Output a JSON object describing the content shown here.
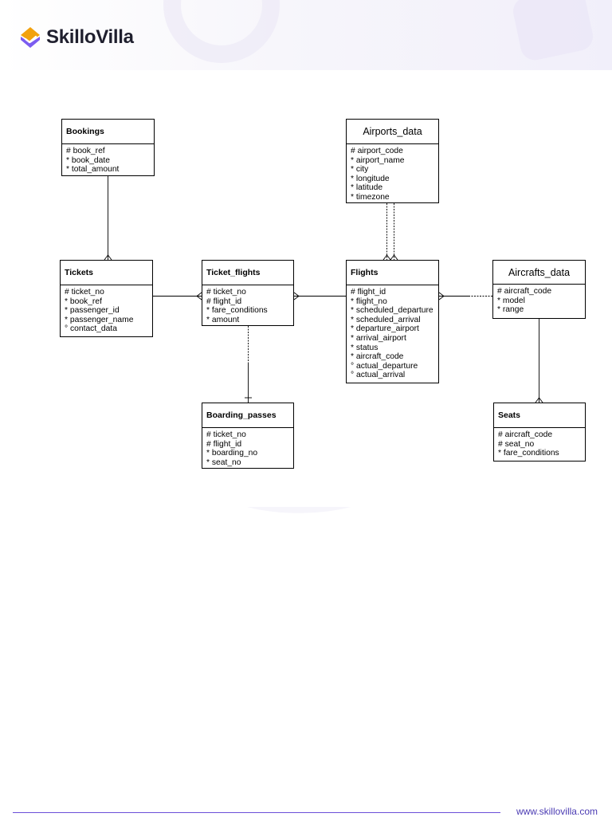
{
  "brand": {
    "name": "SkilloVilla",
    "accent": "#7b5cf0",
    "accent2": "#f2a20f"
  },
  "footer": {
    "url": "www.skillovilla.com"
  },
  "entities": {
    "bookings": {
      "title": "Bookings",
      "attrs": [
        "# book_ref",
        "* book_date",
        "* total_amount"
      ]
    },
    "airports": {
      "title": "Airports_data",
      "attrs": [
        "# airport_code",
        "* airport_name",
        "* city",
        "* longitude",
        "* latitude",
        "* timezone"
      ]
    },
    "tickets": {
      "title": "Tickets",
      "attrs": [
        "# ticket_no",
        "* book_ref",
        "* passenger_id",
        "* passenger_name",
        "° contact_data"
      ]
    },
    "ticket_flights": {
      "title": "Ticket_flights",
      "attrs": [
        "# ticket_no",
        "# flight_id",
        "* fare_conditions",
        "* amount"
      ]
    },
    "flights": {
      "title": "Flights",
      "attrs": [
        "# flight_id",
        "* flight_no",
        "* scheduled_departure",
        "* scheduled_arrival",
        "* departure_airport",
        "* arrival_airport",
        "* status",
        "* aircraft_code",
        "° actual_departure",
        "° actual_arrival"
      ]
    },
    "aircrafts": {
      "title": "Aircrafts_data",
      "attrs": [
        "# aircraft_code",
        "* model",
        "* range"
      ]
    },
    "boarding": {
      "title": "Boarding_passes",
      "attrs": [
        "# ticket_no",
        "# flight_id",
        "* boarding_no",
        "* seat_no"
      ]
    },
    "seats": {
      "title": "Seats",
      "attrs": [
        "# aircraft_code",
        "# seat_no",
        "* fare_conditions"
      ]
    }
  }
}
